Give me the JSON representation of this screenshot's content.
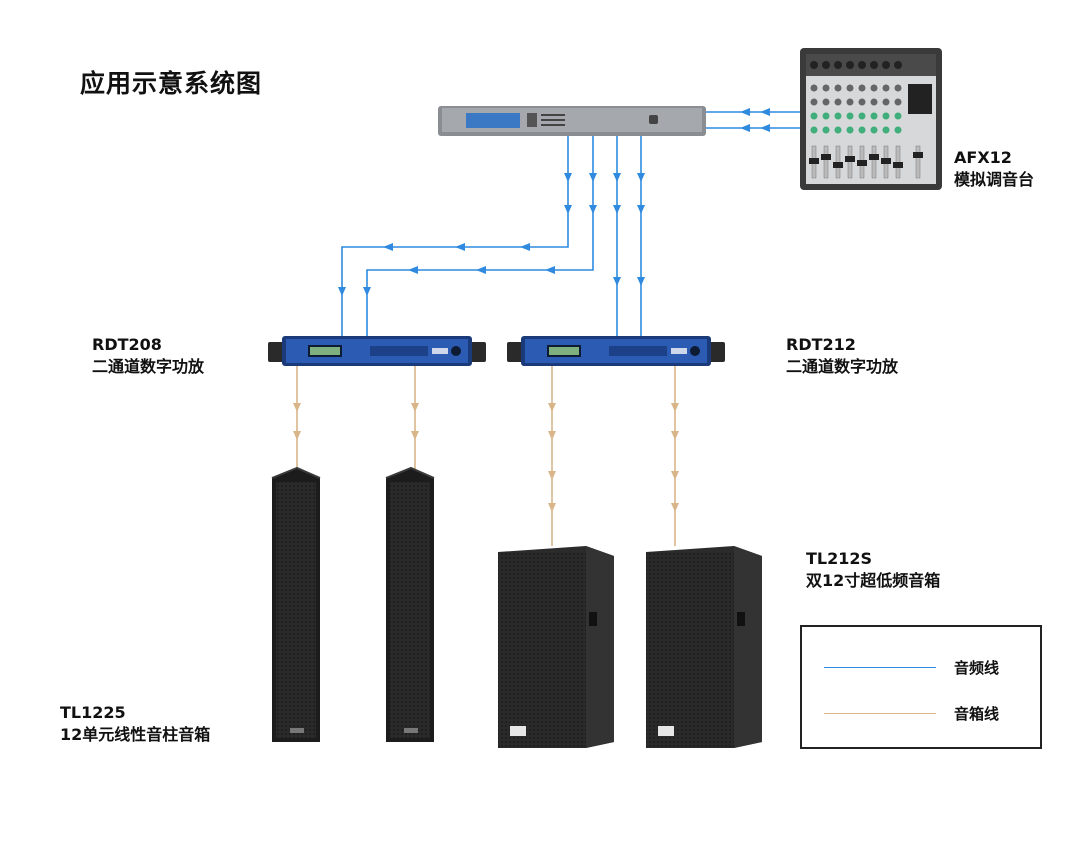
{
  "title": "应用示意系统图",
  "devices": {
    "mixer": {
      "model": "AFX12",
      "desc": "模拟调音台"
    },
    "amp_left": {
      "model": "RDT208",
      "desc": "二通道数字功放"
    },
    "amp_right": {
      "model": "RDT212",
      "desc": "二通道数字功放"
    },
    "column_speakers": {
      "model": "TL1225",
      "desc": "12单元线性音柱音箱"
    },
    "subwoofers": {
      "model": "TL212S",
      "desc": "双12寸超低频音箱"
    }
  },
  "legend": {
    "audio_line": {
      "label": "音频线",
      "color": "#2f8ae0"
    },
    "speaker_line": {
      "label": "音箱线",
      "color": "#d9b58a"
    }
  }
}
